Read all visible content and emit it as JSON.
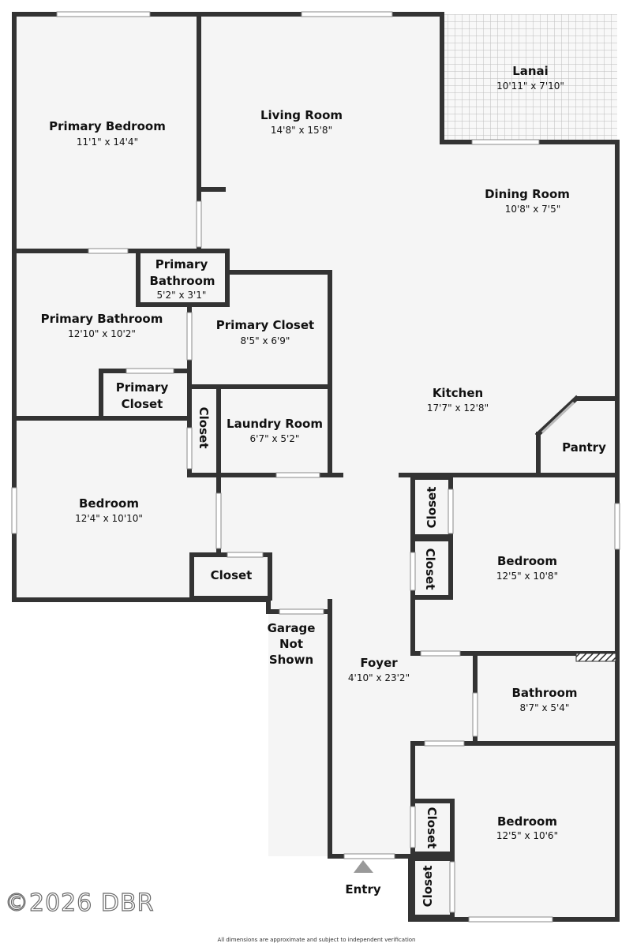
{
  "rooms": {
    "primary_bedroom": {
      "name": "Primary Bedroom",
      "dim": "11'1\" x 14'4\""
    },
    "living_room": {
      "name": "Living Room",
      "dim": "14'8\" x 15'8\""
    },
    "lanai": {
      "name": "Lanai",
      "dim": "10'11\" x 7'10\""
    },
    "dining_room": {
      "name": "Dining Room",
      "dim": "10'8\" x 7'5\""
    },
    "primary_bathroom_small": {
      "name_line1": "Primary",
      "name_line2": "Bathroom",
      "dim": "5'2\" x 3'1\""
    },
    "primary_bathroom": {
      "name": "Primary Bathroom",
      "dim": "12'10\" x 10'2\""
    },
    "primary_closet_large": {
      "name": "Primary Closet",
      "dim": "8'5\" x 6'9\""
    },
    "primary_closet_small": {
      "name_line1": "Primary",
      "name_line2": "Closet"
    },
    "kitchen": {
      "name": "Kitchen",
      "dim": "17'7\" x 12'8\""
    },
    "laundry_room": {
      "name": "Laundry Room",
      "dim": "6'7\" x 5'2\""
    },
    "pantry": {
      "name": "Pantry"
    },
    "bedroom_left": {
      "name": "Bedroom",
      "dim": "12'4\" x 10'10\""
    },
    "bedroom_right_top": {
      "name": "Bedroom",
      "dim": "12'5\" x 10'8\""
    },
    "bathroom": {
      "name": "Bathroom",
      "dim": "8'7\" x 5'4\""
    },
    "foyer": {
      "name": "Foyer",
      "dim": "4'10\" x 23'2\""
    },
    "bedroom_right_bottom": {
      "name": "Bedroom",
      "dim": "12'5\" x 10'6\""
    },
    "closet_label": "Closet"
  },
  "garage_note": {
    "line1": "Garage",
    "line2": "Not",
    "line3": "Shown"
  },
  "entry_label": "Entry",
  "watermark": "©2026 DBR",
  "disclaimer": "All dimensions are approximate and subject to independent verification",
  "colors": {
    "wall": "#333333",
    "floor": "#f5f5f5",
    "window": "#ffffff"
  }
}
